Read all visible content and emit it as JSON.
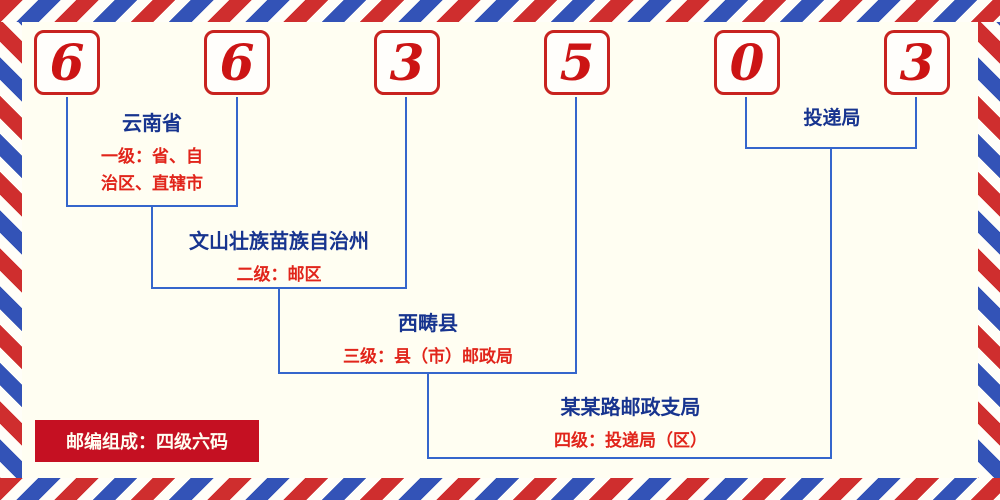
{
  "code": {
    "digits": [
      "6",
      "6",
      "3",
      "5",
      "0",
      "3"
    ]
  },
  "levels": {
    "level1": {
      "name": "云南省",
      "desc": "一级：省、自\n治区、直辖市"
    },
    "level2": {
      "name": "文山壮族苗族自治州",
      "desc": "二级：邮区"
    },
    "level3": {
      "name": "西畴县",
      "desc": "三级：县（市）邮政局"
    },
    "level4": {
      "name": "某某路邮政支局",
      "desc": "四级：投递局（区）"
    },
    "delivery": {
      "name": "投递局"
    }
  },
  "footer": {
    "label": "邮编组成：四级六码"
  },
  "colors": {
    "digit_red": "#cc1414",
    "label_blue": "#17348f",
    "desc_red": "#e1251b",
    "line_blue": "#3566cc",
    "stripe_red": "#cf2e2e",
    "stripe_blue": "#3353b7",
    "background": "#fffef2"
  }
}
